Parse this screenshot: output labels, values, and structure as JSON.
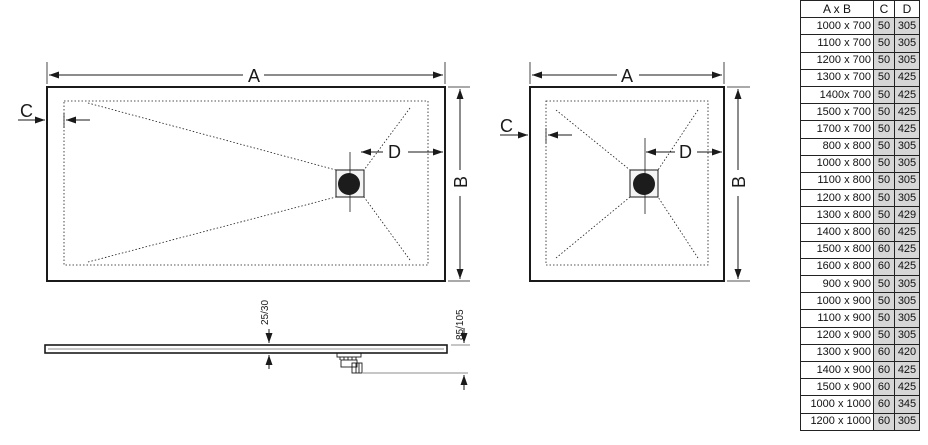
{
  "labels": {
    "a_large": "A",
    "b_large": "B",
    "c_large": "C",
    "d_large": "D",
    "a_small": "A",
    "b_small": "B",
    "c_small": "C",
    "d_small": "D",
    "thickness": "25/30",
    "drain_height": "85/105"
  },
  "colors": {
    "line": "#1a1a1a",
    "drain": "#1c1c1c",
    "table_shade": "#d6d6d6"
  },
  "table": {
    "headers": [
      "A x B",
      "C",
      "D"
    ],
    "rows": [
      [
        "1000 x 700",
        "50",
        "305"
      ],
      [
        "1100 x 700",
        "50",
        "305"
      ],
      [
        "1200 x 700",
        "50",
        "305"
      ],
      [
        "1300 x 700",
        "50",
        "425"
      ],
      [
        "1400x 700",
        "50",
        "425"
      ],
      [
        "1500 x 700",
        "50",
        "425"
      ],
      [
        "1700 x 700",
        "50",
        "425"
      ],
      [
        "800 x 800",
        "50",
        "305"
      ],
      [
        "1000 x 800",
        "50",
        "305"
      ],
      [
        "1100 x 800",
        "50",
        "305"
      ],
      [
        "1200 x 800",
        "50",
        "305"
      ],
      [
        "1300 x 800",
        "50",
        "429"
      ],
      [
        "1400 x 800",
        "60",
        "425"
      ],
      [
        "1500 x 800",
        "60",
        "425"
      ],
      [
        "1600 x 800",
        "60",
        "425"
      ],
      [
        "900 x 900",
        "50",
        "305"
      ],
      [
        "1000 x 900",
        "50",
        "305"
      ],
      [
        "1100 x 900",
        "50",
        "305"
      ],
      [
        "1200 x 900",
        "50",
        "305"
      ],
      [
        "1300 x 900",
        "60",
        "420"
      ],
      [
        "1400 x 900",
        "60",
        "425"
      ],
      [
        "1500 x 900",
        "60",
        "425"
      ],
      [
        "1000 x 1000",
        "60",
        "345"
      ],
      [
        "1200 x 1000",
        "60",
        "305"
      ]
    ]
  }
}
